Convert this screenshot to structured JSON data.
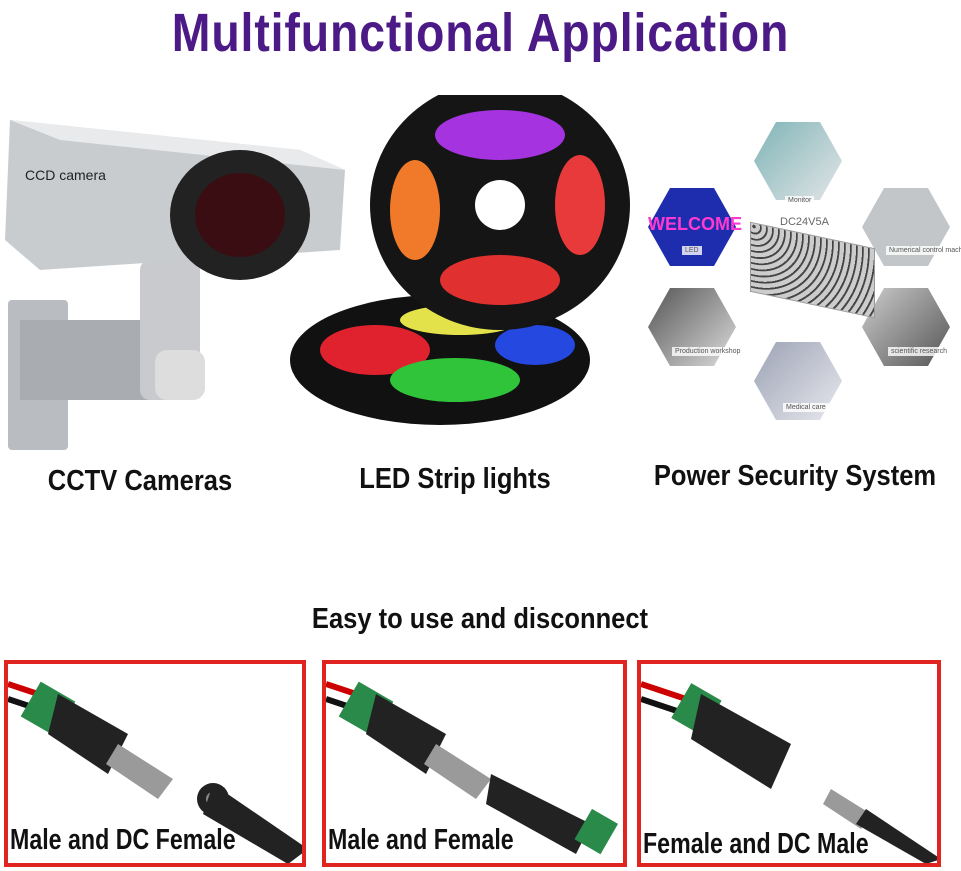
{
  "title": "Multifunctional Application",
  "applications": [
    {
      "caption": "CCTV Cameras",
      "camera_text": "CCD camera"
    },
    {
      "caption": "LED Strip lights"
    },
    {
      "caption": "Power Security System",
      "center_label": "DC24V5A",
      "hex_labels": [
        "Monitor",
        "LED",
        "Numerical control machine",
        "Production workshop",
        "scientific research",
        "Medical care"
      ],
      "led_sign_text": "WELCOME"
    }
  ],
  "subtitle": "Easy to use and disconnect",
  "connectors": [
    {
      "label": "Male and DC Female"
    },
    {
      "label": "Male and Female"
    },
    {
      "label": "Female and DC Male"
    }
  ],
  "colors": {
    "title": "#4b1a86",
    "frame": "#e0241f"
  }
}
